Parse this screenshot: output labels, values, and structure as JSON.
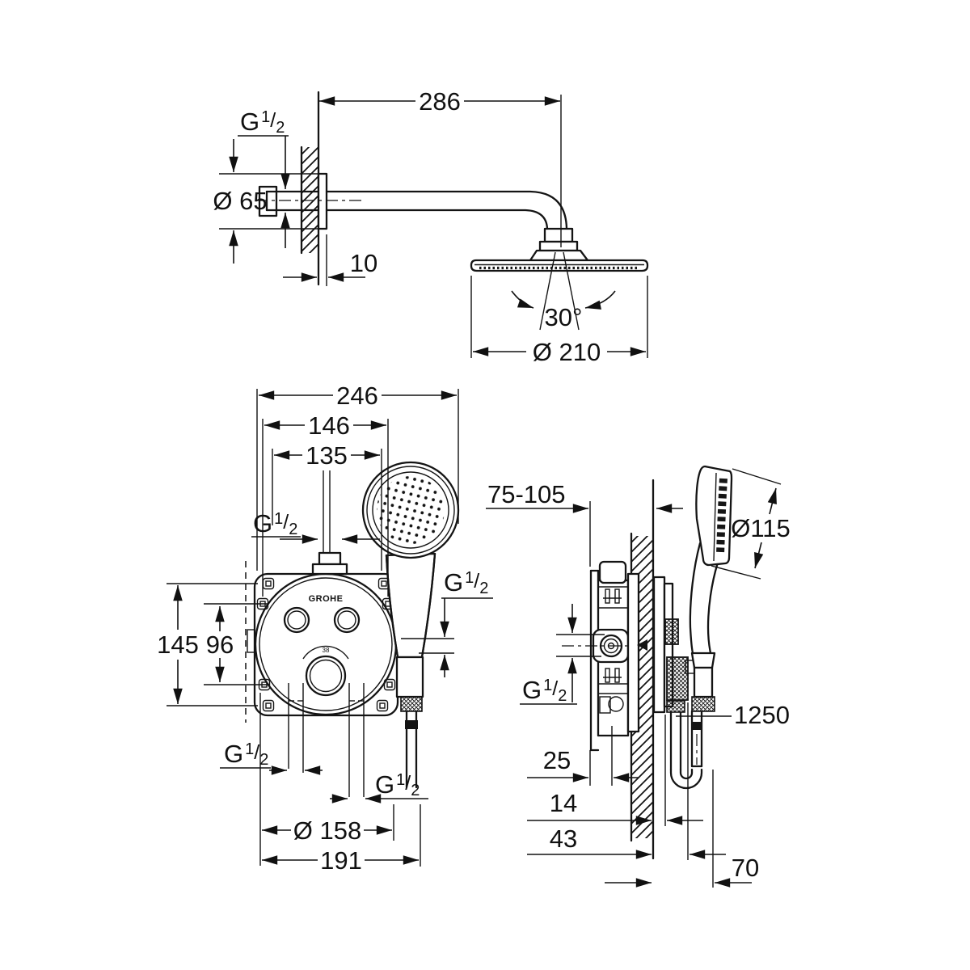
{
  "labels": {
    "g_half": {
      "g": "G",
      "num": "1",
      "slash": "/",
      "den": "2"
    },
    "top_view": {
      "arm_length": "286",
      "plate_thickness": "10",
      "flange_diameter": "Ø 65",
      "spray_angle": "30°",
      "head_diameter": "Ø 210"
    },
    "front_view": {
      "overall_width": "246",
      "upper_width": "146",
      "inner_width": "135",
      "outer_height": "145",
      "screw_spacing": "96",
      "bolt_circle_diameter": "Ø 158",
      "box_width": "191",
      "logo": "GROHE",
      "temperature_mark": "38"
    },
    "side_view": {
      "install_depth_range": "75-105",
      "hand_shower_diameter": "Ø115",
      "hose_length": "1250",
      "box_to_wall": "25",
      "trim_thickness": "14",
      "knob_projection": "43",
      "hose_offset": "70"
    }
  }
}
